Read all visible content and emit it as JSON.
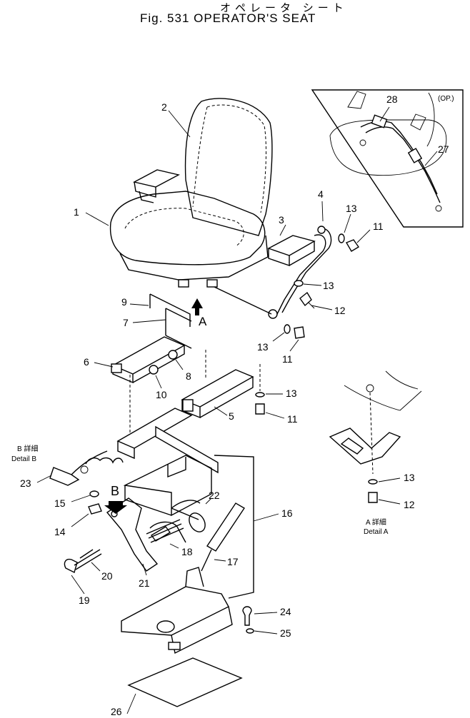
{
  "header": {
    "title_jp": "オペレータ シート",
    "title_en": "Fig. 531 OPERATOR'S SEAT"
  },
  "inset": {
    "option_tag": "(OP.)"
  },
  "detail_views": {
    "detail_a_line1": "A 詳細",
    "detail_a_line2": "Detail A",
    "detail_b_line1": "B 詳細",
    "detail_b_line2": "Detail B",
    "view_marker_a": "A",
    "view_marker_b": "B"
  },
  "part_numbers": {
    "p1": "1",
    "p2": "2",
    "p3": "3",
    "p4": "4",
    "p5": "5",
    "p6": "6",
    "p7": "7",
    "p8": "8",
    "p9": "9",
    "p10": "10",
    "p11a": "11",
    "p11b": "11",
    "p11c": "11",
    "p12a": "12",
    "p12b": "12",
    "p13a": "13",
    "p13b": "13",
    "p13c": "13",
    "p13d": "13",
    "p13e": "13",
    "p14": "14",
    "p15": "15",
    "p16": "16",
    "p17": "17",
    "p18": "18",
    "p19": "19",
    "p20": "20",
    "p21": "21",
    "p22": "22",
    "p23": "23",
    "p24": "24",
    "p25": "25",
    "p26": "26",
    "p27": "27",
    "p28": "28"
  }
}
